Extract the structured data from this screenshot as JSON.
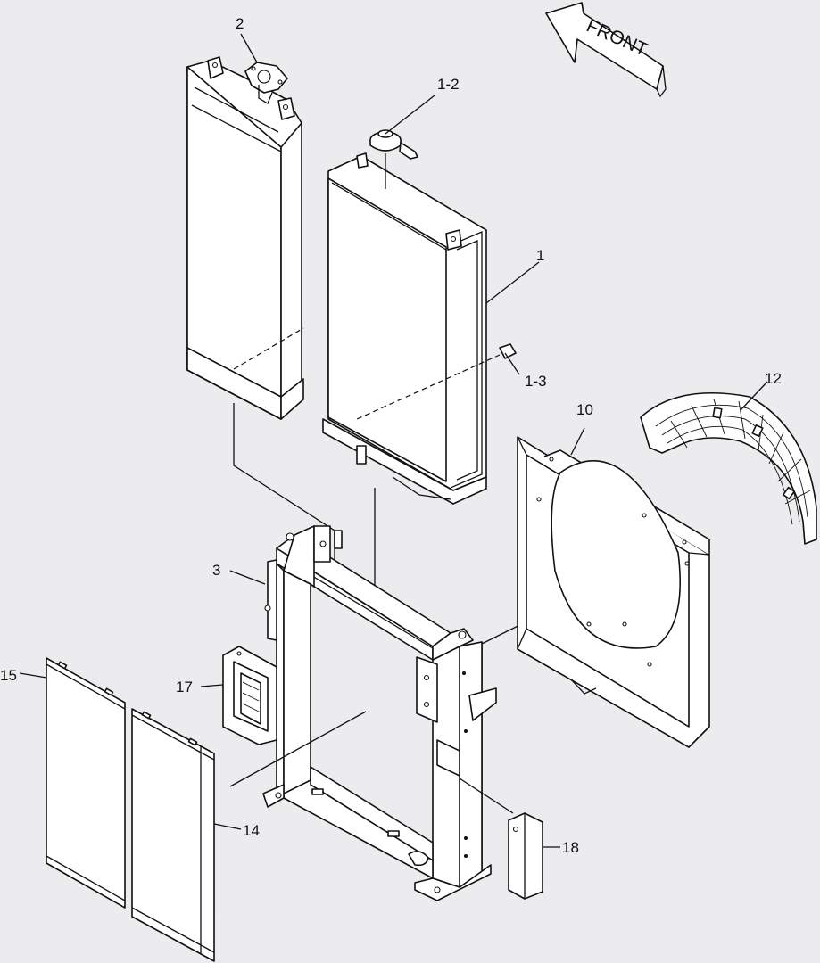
{
  "diagram": {
    "front_label": "FRONT",
    "labels": {
      "p1": "1",
      "p1_2": "1-2",
      "p1_3": "1-3",
      "p2": "2",
      "p3": "3",
      "p10": "10",
      "p12": "12",
      "p14": "14",
      "p15": "15",
      "p17": "17",
      "p18": "18"
    }
  }
}
